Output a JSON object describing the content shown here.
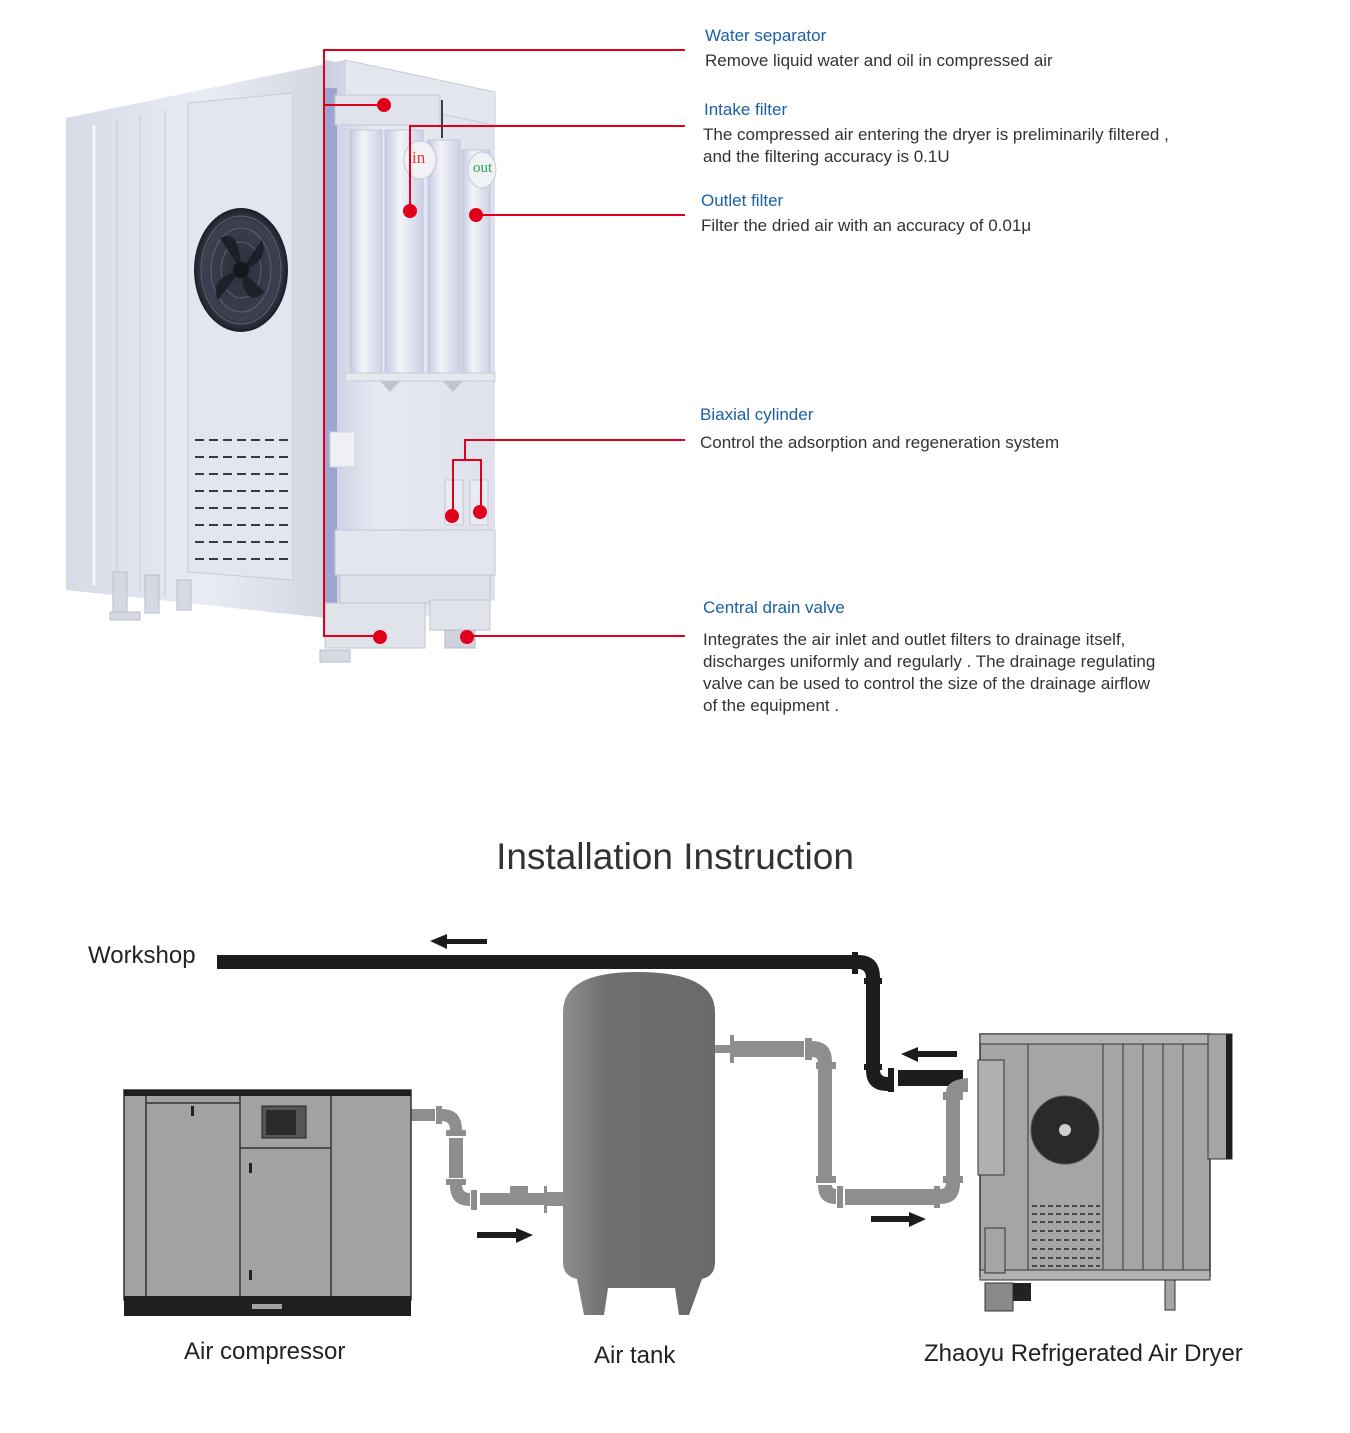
{
  "features": {
    "title": "Product component callouts",
    "accent_color": "#e0001b",
    "title_color": "#1a5fa8",
    "callouts": [
      {
        "title": "Water separator",
        "description": "Remove liquid water and oil in compressed air"
      },
      {
        "title": "Intake filter",
        "description_lines": [
          "The compressed air entering the dryer is preliminarily filtered ,",
          "and the filtering accuracy is 0.1U"
        ]
      },
      {
        "title": "Outlet filter",
        "description": "Filter the dried air with an accuracy of 0.01μ"
      },
      {
        "title": "Biaxial cylinder",
        "description": "Control the adsorption and regeneration system"
      },
      {
        "title": "Central drain valve",
        "description_lines": [
          "Integrates the air inlet and outlet filters to drainage itself,",
          "discharges uniformly and regularly . The drainage regulating",
          "valve can be used to control the size of the drainage airflow",
          "of the equipment ."
        ]
      }
    ],
    "product_labels": {
      "inlet": "in",
      "outlet": "out"
    }
  },
  "installation": {
    "title": "Installation Instruction",
    "workshop_label": "Workshop",
    "components": [
      {
        "label": "Air compressor"
      },
      {
        "label": "Air tank"
      },
      {
        "label": "Zhaoyu Refrigerated Air Dryer"
      }
    ]
  }
}
